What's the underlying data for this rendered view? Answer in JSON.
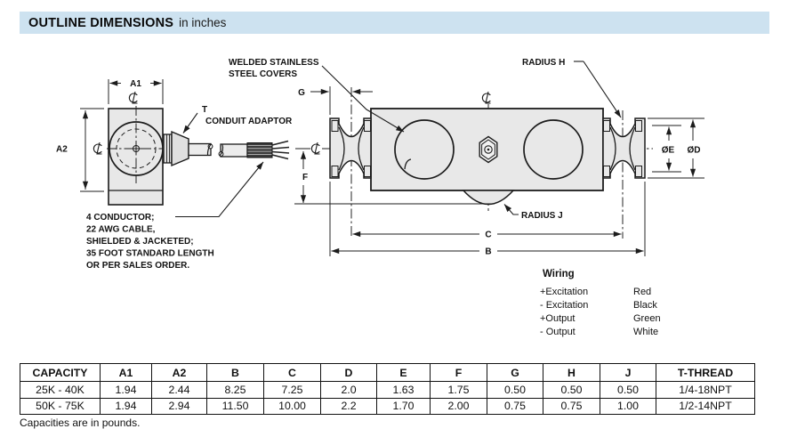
{
  "header": {
    "title": "OUTLINE DIMENSIONS",
    "subtitle": "in inches"
  },
  "colors": {
    "header_bg": "#cde2f0",
    "metal_fill": "#e8e8e8",
    "line": "#1c1c1c"
  },
  "diagram": {
    "dims": {
      "a1": "A1",
      "a2": "A2",
      "g": "G",
      "f": "F",
      "c": "C",
      "b": "B",
      "dia_e": "ØE",
      "dia_d": "ØD"
    },
    "labels": {
      "t": "T",
      "conduit": "CONDUIT ADAPTOR",
      "welded_line1": "WELDED STAINLESS",
      "welded_line2": "STEEL COVERS",
      "radius_h": "RADIUS H",
      "radius_j": "RADIUS J"
    },
    "cable_note": [
      "4 CONDUCTOR;",
      "22 AWG CABLE,",
      "SHIELDED & JACKETED;",
      "35 FOOT STANDARD LENGTH",
      "OR PER SALES ORDER."
    ],
    "wiring": {
      "title": "Wiring",
      "rows": [
        {
          "signal": "+Excitation",
          "color": "Red"
        },
        {
          "signal": "- Excitation",
          "color": "Black"
        },
        {
          "signal": "+Output",
          "color": "Green"
        },
        {
          "signal": "- Output",
          "color": "White"
        }
      ]
    }
  },
  "table": {
    "headers": [
      "CAPACITY",
      "A1",
      "A2",
      "B",
      "C",
      "D",
      "E",
      "F",
      "G",
      "H",
      "J",
      "T-THREAD"
    ],
    "rows": [
      [
        "25K - 40K",
        "1.94",
        "2.44",
        "8.25",
        "7.25",
        "2.0",
        "1.63",
        "1.75",
        "0.50",
        "0.50",
        "0.50",
        "1/4-18NPT"
      ],
      [
        "50K - 75K",
        "1.94",
        "2.94",
        "11.50",
        "10.00",
        "2.2",
        "1.70",
        "2.00",
        "0.75",
        "0.75",
        "1.00",
        "1/2-14NPT"
      ]
    ]
  },
  "footnote": "Capacities are in pounds."
}
